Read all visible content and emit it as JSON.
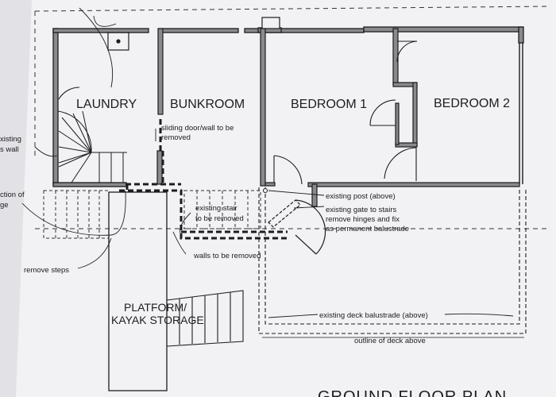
{
  "rooms": {
    "laundry": "LAUNDRY",
    "bunkroom": "BUNKROOM",
    "bedroom1": "BEDROOM 1",
    "bedroom2": "BEDROOM 2",
    "platform_line1": "PLATFORM/",
    "platform_line2": "KAYAK STORAGE"
  },
  "notes": {
    "existing_wall_1": "xisting",
    "existing_wall_2": "s wall",
    "section_1": "ction of",
    "section_2": "ge",
    "sliding_door_1": "sliding door/wall to be",
    "sliding_door_2": "removed",
    "existing_stair_1": "existing stair",
    "existing_stair_2": "to be removed",
    "existing_post": "existing post (above)",
    "gate_1": "existing gate to stairs",
    "gate_2": "remove hinges and fix",
    "gate_3": "as permanent balustrade",
    "walls_removed": "walls to be removed",
    "remove_steps": "remove steps",
    "deck_balustrade": "existing deck balustrade (above)",
    "deck_outline": "outline of deck above",
    "plan_title": "GROUND FLOOR PLAN"
  },
  "colors": {
    "paper": "#f2f2f4",
    "ink": "#1d1d1f",
    "wall_fill": "#8a8a8e"
  }
}
